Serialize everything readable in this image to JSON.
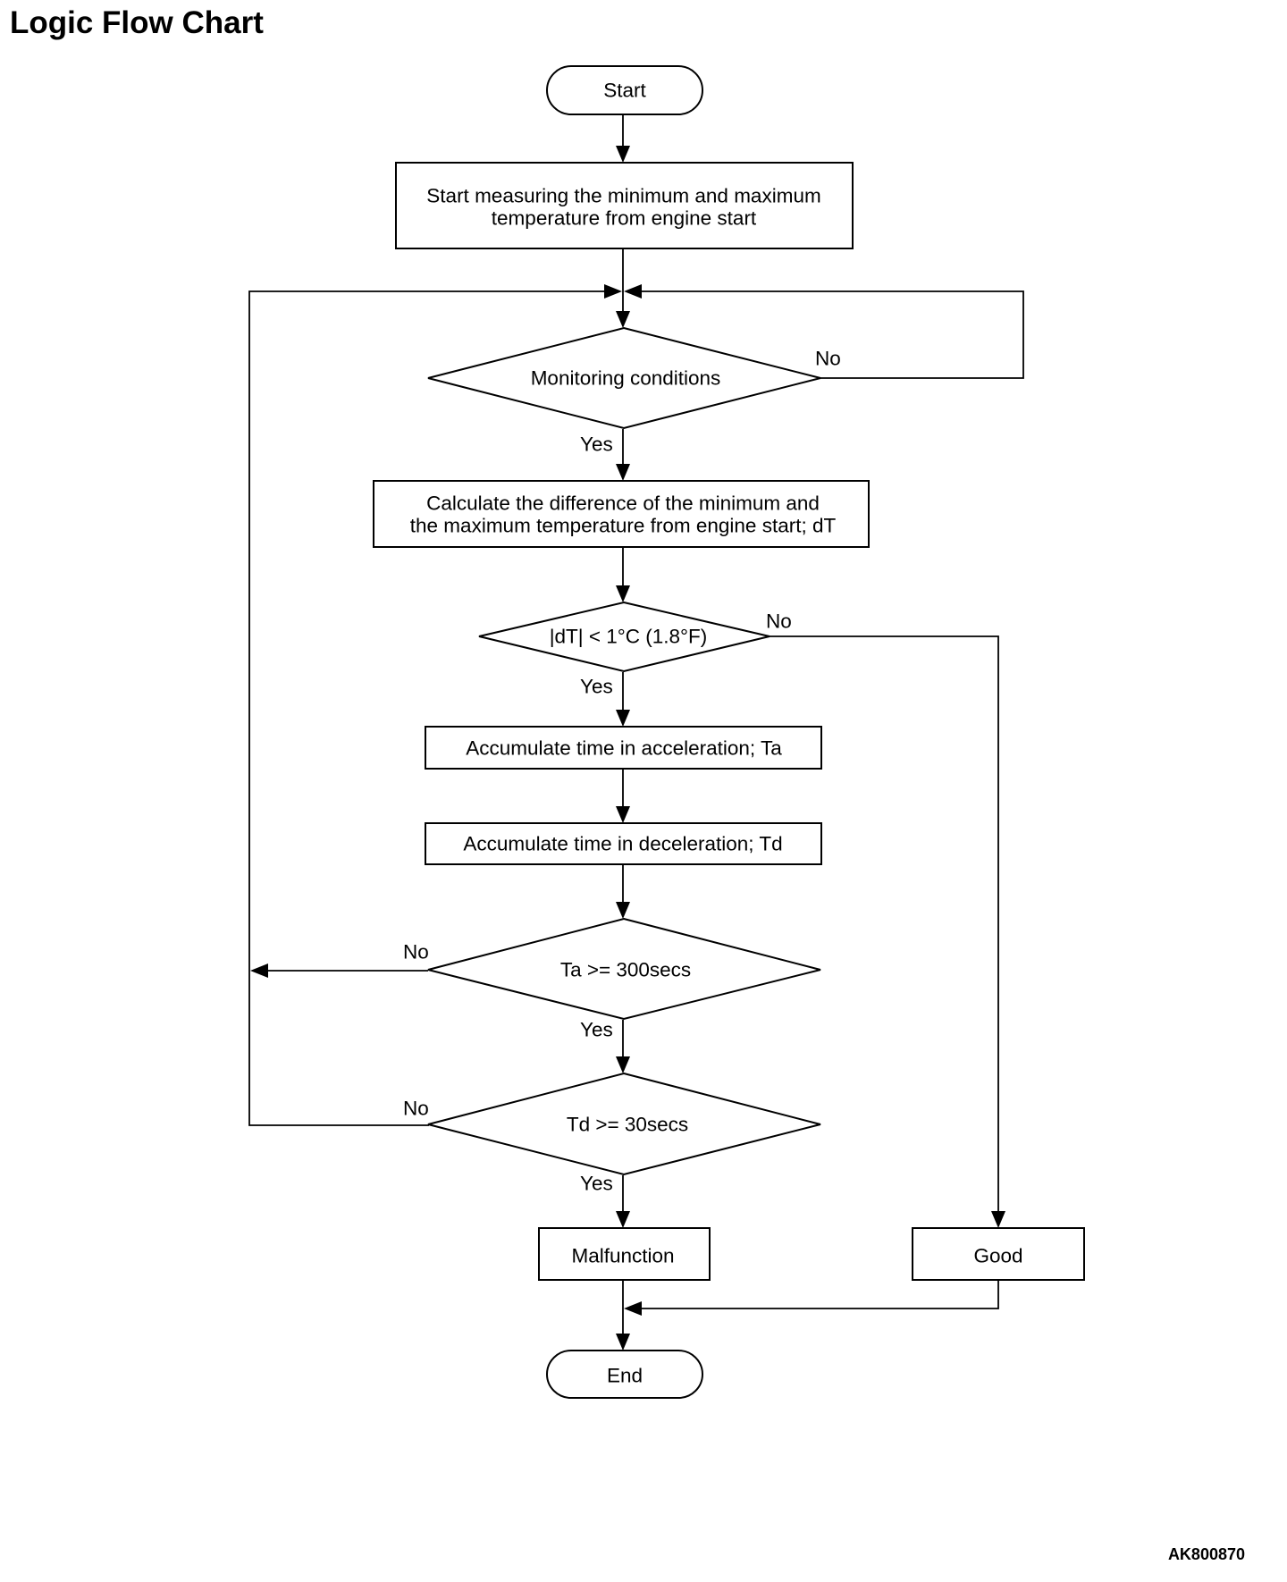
{
  "title": "Logic Flow Chart",
  "figure_id": "AK800870",
  "nodes": {
    "start": "Start",
    "measure": [
      "Start measuring the minimum and maximum",
      "temperature from engine start"
    ],
    "monitor": "Monitoring conditions",
    "calc": [
      "Calculate the difference of the minimum and",
      "the maximum temperature from engine start; dT"
    ],
    "dt_check": "|dT| < 1°C (1.8°F)",
    "acc_ta": "Accumulate time in acceleration; Ta",
    "acc_td": "Accumulate time in deceleration; Td",
    "ta_check": "Ta >= 300secs",
    "td_check": "Td >= 30secs",
    "malfunction": "Malfunction",
    "good": "Good",
    "end": "End"
  },
  "branch_labels": {
    "monitor_no": "No",
    "monitor_yes": "Yes",
    "dt_no": "No",
    "dt_yes": "Yes",
    "ta_no": "No",
    "ta_yes": "Yes",
    "td_no": "No",
    "td_yes": "Yes"
  }
}
